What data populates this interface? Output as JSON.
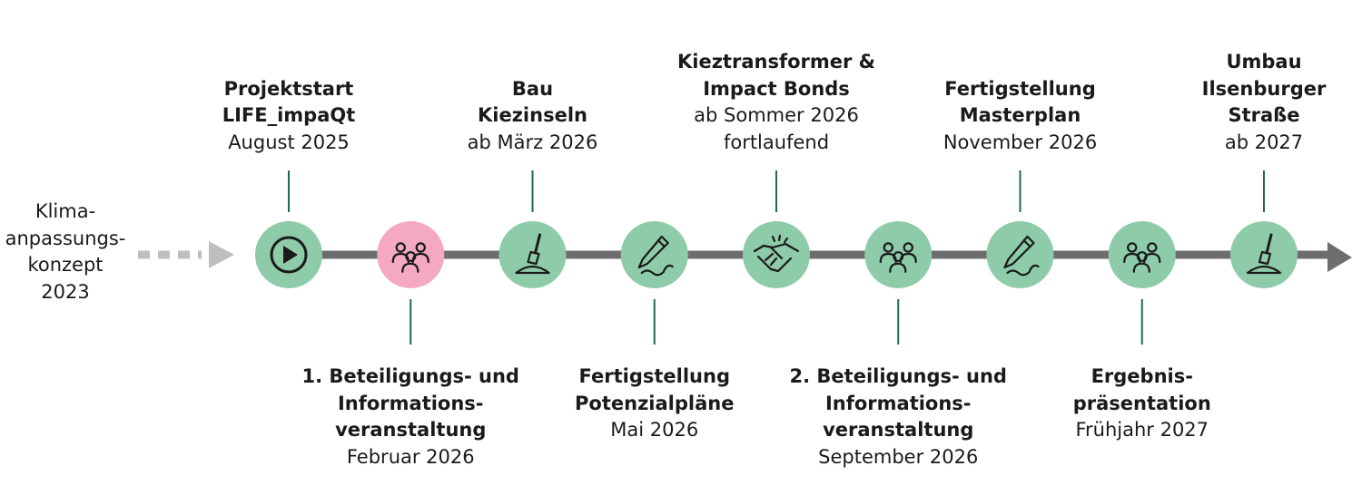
{
  "start": {
    "lines": [
      "Klima-",
      "anpassungs-",
      "konzept",
      "2023"
    ]
  },
  "milestones": [
    {
      "id": "projektstart",
      "icon": "play",
      "highlight": false,
      "position": "top",
      "title_lines": [
        "Projektstart",
        "LIFE_impaQt"
      ],
      "date_lines": [
        "August 2025"
      ]
    },
    {
      "id": "beteiligung-1",
      "icon": "people",
      "highlight": true,
      "position": "bottom",
      "title_lines": [
        "1. Beteiligungs- und",
        "Informations-",
        "veranstaltung"
      ],
      "date_lines": [
        "Februar 2026"
      ]
    },
    {
      "id": "kiezinseln",
      "icon": "trowel",
      "highlight": false,
      "position": "top",
      "title_lines": [
        "Bau",
        "Kiezinseln"
      ],
      "date_lines": [
        "ab März 2026"
      ]
    },
    {
      "id": "potenzialplaene",
      "icon": "pencil",
      "highlight": false,
      "position": "bottom",
      "title_lines": [
        "Fertigstellung",
        "Potenzialpläne"
      ],
      "date_lines": [
        "Mai 2026"
      ]
    },
    {
      "id": "kieztransformer",
      "icon": "handshake",
      "highlight": false,
      "position": "top",
      "title_lines": [
        "Kieztransformer &",
        "Impact Bonds"
      ],
      "date_lines": [
        "ab Sommer 2026",
        "fortlaufend"
      ]
    },
    {
      "id": "beteiligung-2",
      "icon": "people",
      "highlight": false,
      "position": "bottom",
      "title_lines": [
        "2. Beteiligungs- und",
        "Informations-",
        "veranstaltung"
      ],
      "date_lines": [
        "September 2026"
      ]
    },
    {
      "id": "masterplan",
      "icon": "pencil",
      "highlight": false,
      "position": "top",
      "title_lines": [
        "Fertigstellung",
        "Masterplan"
      ],
      "date_lines": [
        "November 2026"
      ]
    },
    {
      "id": "ergebnis",
      "icon": "people",
      "highlight": false,
      "position": "bottom",
      "title_lines": [
        "Ergebnis-",
        "präsentation"
      ],
      "date_lines": [
        "Frühjahr 2027"
      ]
    },
    {
      "id": "ilsenburger",
      "icon": "trowel",
      "highlight": false,
      "position": "top",
      "title_lines": [
        "Umbau",
        "Ilsenburger",
        "Straße"
      ],
      "date_lines": [
        "ab 2027"
      ]
    }
  ],
  "colors": {
    "node": "#8ecba9",
    "node_highlight": "#f4a9c0",
    "line": "#6d6d6d",
    "dash": "#bfbfbf",
    "stem": "#1f6b47",
    "icon": "#1a1a1a"
  }
}
